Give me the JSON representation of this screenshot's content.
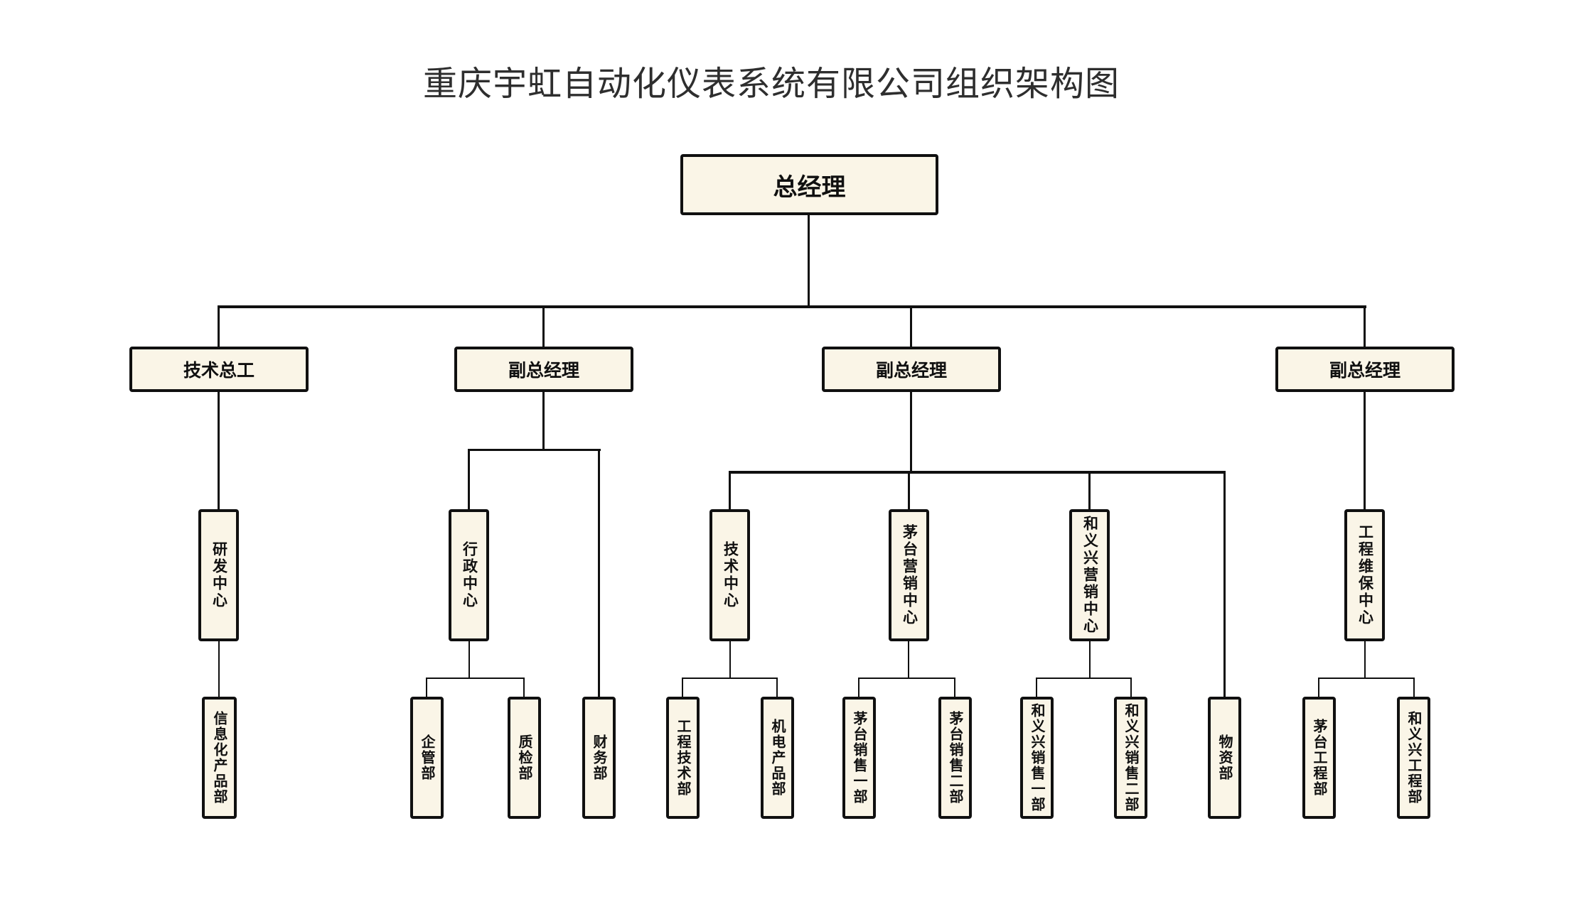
{
  "title": "重庆宇虹自动化仪表系统有限公司组织架构图",
  "root": {
    "label": "总经理"
  },
  "branches": [
    {
      "label": "技术总工",
      "centers": [
        {
          "label": "研发中心",
          "departments": [
            {
              "label": "信息化产品部"
            }
          ]
        }
      ],
      "direct_departments": []
    },
    {
      "label": "副总经理",
      "centers": [
        {
          "label": "行政中心",
          "departments": [
            {
              "label": "企管部"
            },
            {
              "label": "质检部"
            }
          ]
        }
      ],
      "direct_departments": [
        {
          "label": "财务部"
        }
      ]
    },
    {
      "label": "副总经理",
      "centers": [
        {
          "label": "技术中心",
          "departments": [
            {
              "label": "工程技术部"
            },
            {
              "label": "机电产品部"
            }
          ]
        },
        {
          "label": "茅台营销中心",
          "departments": [
            {
              "label": "茅台销售一部"
            },
            {
              "label": "茅台销售二部"
            }
          ]
        },
        {
          "label": "和义兴营销中心",
          "departments": [
            {
              "label": "和义兴销售一部"
            },
            {
              "label": "和义兴销售二部"
            }
          ]
        }
      ],
      "direct_departments": [
        {
          "label": "物资部"
        }
      ]
    },
    {
      "label": "副总经理",
      "centers": [
        {
          "label": "工程维保中心",
          "departments": [
            {
              "label": "茅台工程部"
            },
            {
              "label": "和义兴工程部"
            }
          ]
        }
      ],
      "direct_departments": []
    }
  ],
  "colors": {
    "box_fill": "#FAF5E7",
    "box_border": "#101010",
    "connector": "#101010",
    "title_text": "#2E2E2E",
    "background": "#FFFFFF"
  }
}
